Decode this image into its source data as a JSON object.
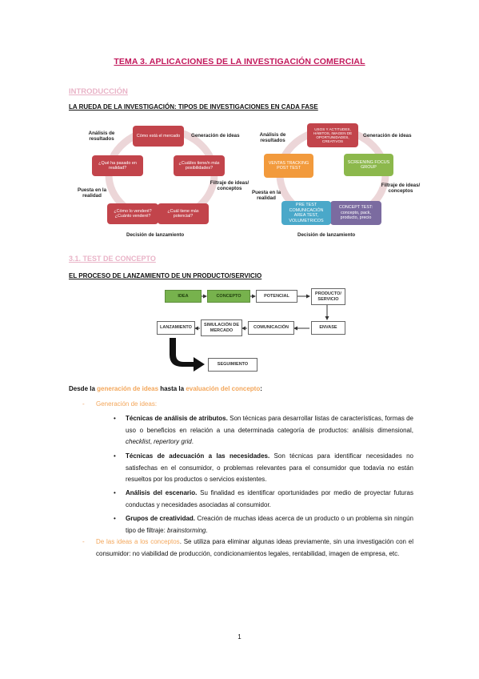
{
  "title": "TEMA 3. APLICACIONES DE LA INVESTIGACIÓN COMERCIAL",
  "intro_heading": "INTRODUCCIÓN",
  "wheel_heading": "LA RUEDA DE LA INVESTIGACIÓN: TIPOS DE INVESTIGACIONES EN CADA FASE",
  "wheel1": {
    "boxes": [
      "Cómo está el mercado",
      "¿Cuál/es tiene/n más posibilidades?",
      "¿Cuál tiene más potencial?",
      "¿Cómo lo venderé? ¿Cuánto venderé?",
      "¿Qué ha pasado en realidad?"
    ],
    "labels": {
      "analysis": "Análisis de resultados",
      "generation": "Generación de ideas",
      "filtering": "Filtraje de ideas/ conceptos",
      "launch": "Puesta en la realidad",
      "decision": "Decisión de lanzamiento"
    }
  },
  "wheel2": {
    "boxes": [
      "USOS Y ACTITUDES, HÁBITOS, IMAGEN DE OPORTUNIDADES, CREATIVOS",
      "SCREENING FOCUS GROUP",
      "CONCEPT TEST: concepto, pack, producto, precio",
      "PRE TEST COMUNICACIÓN AREA TEST, VOLUMETRICOS",
      "VENTAS TRACKING POST TEST"
    ],
    "labels": {
      "analysis": "Análisis de resultados",
      "generation": "Generación de ideas",
      "filtering": "Filtraje de ideas/ conceptos",
      "launch": "Puesta en la realidad",
      "decision": "Decisión de lanzamiento"
    }
  },
  "section_31": "3.1. TEST DE CONCEPTO",
  "process_heading": "EL PROCESO DE LANZAMIENTO DE UN PRODUCTO/SERVICIO",
  "flow": {
    "idea": "IDEA",
    "concepto": "CONCEPTO",
    "potencial": "POTENCIAL",
    "producto": "PRODUCTO/ SERVICIO",
    "envase": "ENVASE",
    "comunicacion": "COMUNICACIÓN",
    "simulacion": "SIMULACIÓN DE MERCADO",
    "lanzamiento": "LANZAMIENTO",
    "seguimiento": "SEGUIMIENTO"
  },
  "intro_line": {
    "a": "Desde la ",
    "b": "generación de ideas",
    "c": " hasta la ",
    "d": "evaluación del concepto",
    "e": ":"
  },
  "gen_heading": "Generación de ideas:",
  "items": [
    {
      "lead": "Técnicas de análisis de atributos.",
      "text": " Son técnicas para desarrollar listas de características, formas de uso o beneficios en relación a una determinada categoría de productos: análisis dimensional, ",
      "it1": "checklist",
      "mid": ", ",
      "it2": "repertory grid",
      "end": "."
    },
    {
      "lead": "Técnicas de adecuación a las necesidades.",
      "text": " Son técnicas para identificar necesidades no satisfechas en el consumidor, o problemas relevantes para el consumidor que todavía no están resueltos por los productos o servicios existentes."
    },
    {
      "lead": "Análisis del escenario.",
      "text": " Su finalidad es identificar oportunidades por medio de proyectar futuras conductas y necesidades asociadas al consumidor."
    },
    {
      "lead": "Grupos de creatividad.",
      "text": " Creación de muchas ideas acerca de un producto o un problema sin ningún tipo de filtraje: ",
      "it1": "brainstorming",
      "end": "."
    }
  ],
  "ideas_heading": "De las ideas a los conceptos",
  "ideas_text": ". Se utiliza para eliminar algunas ideas previamente, sin una investigación con el consumidor: no viabilidad de producción, condicionamientos legales, rentabilidad, imagen de empresa, etc.",
  "page_number": "1"
}
